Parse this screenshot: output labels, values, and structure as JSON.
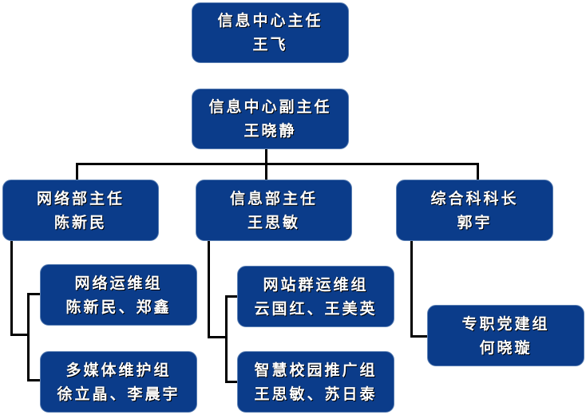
{
  "chart_title": "",
  "nodes": {
    "director": {
      "title": "信息中心主任",
      "name": "王飞"
    },
    "deputy": {
      "title": "信息中心副主任",
      "name": "王晓静"
    },
    "network_head": {
      "title": "网络部主任",
      "name": "陈新民"
    },
    "info_head": {
      "title": "信息部主任",
      "name": "王思敏"
    },
    "general_head": {
      "title": "综合科科长",
      "name": "郭宇"
    },
    "net_ops": {
      "title": "网络运维组",
      "name": "陈新民、郑鑫"
    },
    "multimedia": {
      "title": "多媒体维护组",
      "name": "徐立晶、李晨宇"
    },
    "site_ops": {
      "title": "网站群运维组",
      "name": "云国红、王美英"
    },
    "campus": {
      "title": "智慧校园推广组",
      "name": "王思敏、苏日泰"
    },
    "party": {
      "title": "专职党建组",
      "name": "何晓璇"
    }
  },
  "colors": {
    "node_fill": "#0b3c8a",
    "node_text": "#ffffff",
    "connector": "#000000"
  }
}
